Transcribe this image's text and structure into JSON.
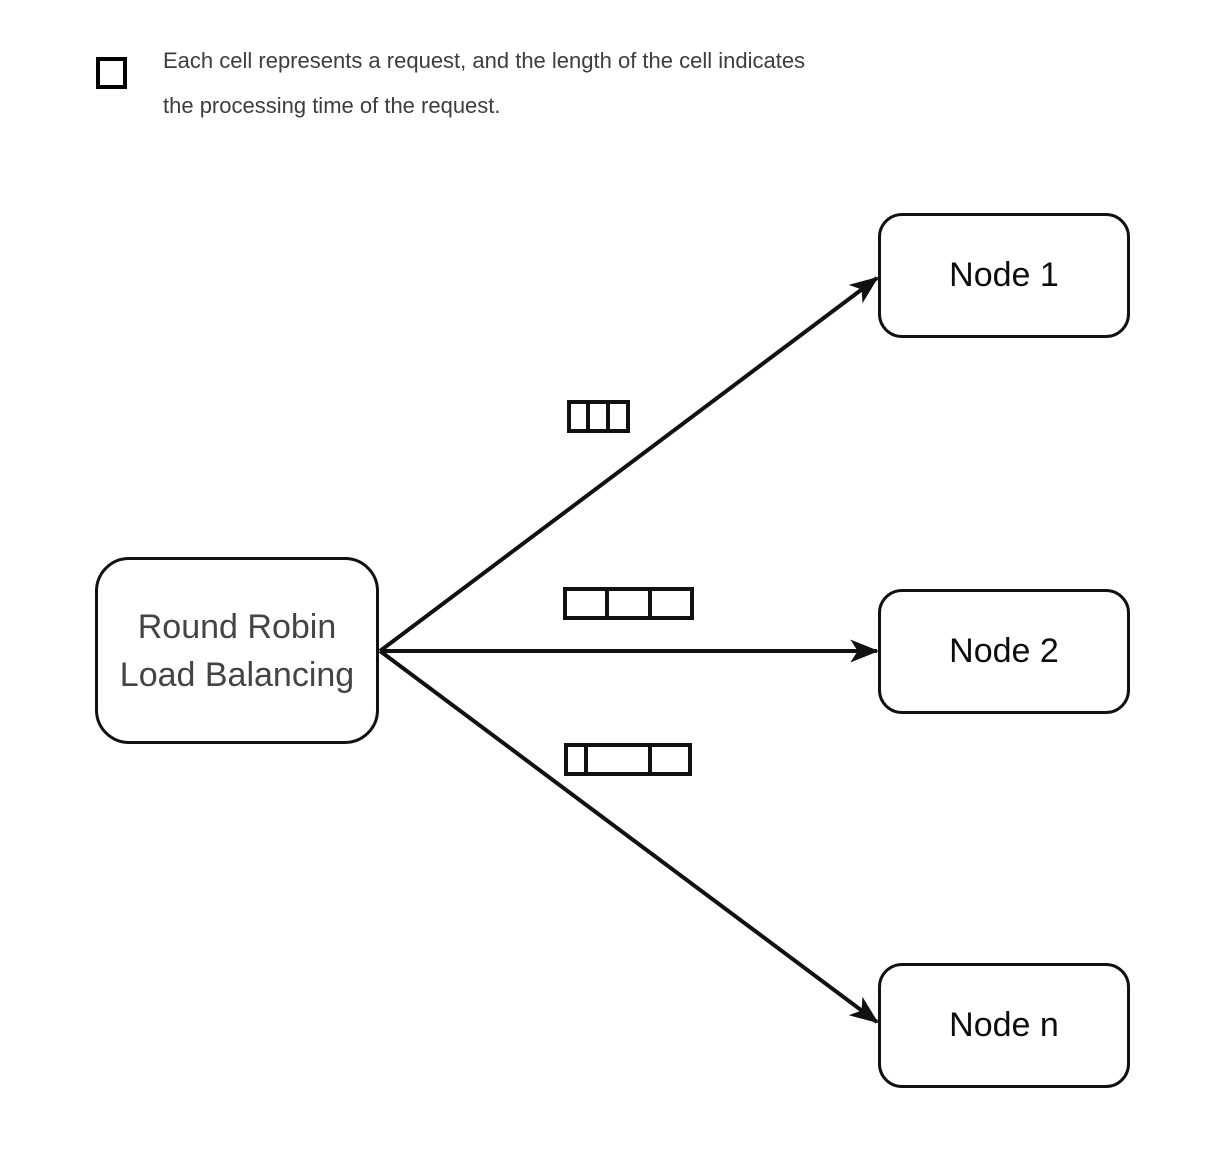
{
  "legend": {
    "icon": "cell-square-icon",
    "line1": "Each cell represents a request, and the length of the cell indicates",
    "line2": "the processing time of the request."
  },
  "balancer": {
    "line1": "Round Robin",
    "line2": "Load Balancing"
  },
  "nodes": [
    {
      "label": "Node 1"
    },
    {
      "label": "Node 2"
    },
    {
      "label": "Node n"
    }
  ],
  "queues": [
    {
      "target": "Node 1",
      "cell_widths": [
        23,
        24,
        24
      ]
    },
    {
      "target": "Node 2",
      "cell_widths": [
        46,
        47,
        46
      ]
    },
    {
      "target": "Node n",
      "cell_widths": [
        24,
        68,
        44
      ]
    }
  ],
  "colors": {
    "stroke": "#111111",
    "legend_text": "#3d3d3d",
    "balancer_text": "#444444",
    "node_text": "#0d0d0d",
    "background": "#ffffff"
  }
}
